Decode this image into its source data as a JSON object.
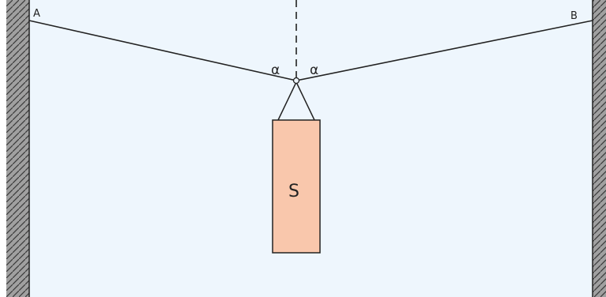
{
  "diagram": {
    "points": {
      "left": "A",
      "right": "B"
    },
    "angle_symbol": "α",
    "weight_label": "S",
    "colors": {
      "background": "#eef6fd",
      "wall_face": "#a0a0a0",
      "wall_hatch": "#3a3a3a",
      "weight_fill": "#f9c7ac",
      "line": "#222222"
    }
  }
}
